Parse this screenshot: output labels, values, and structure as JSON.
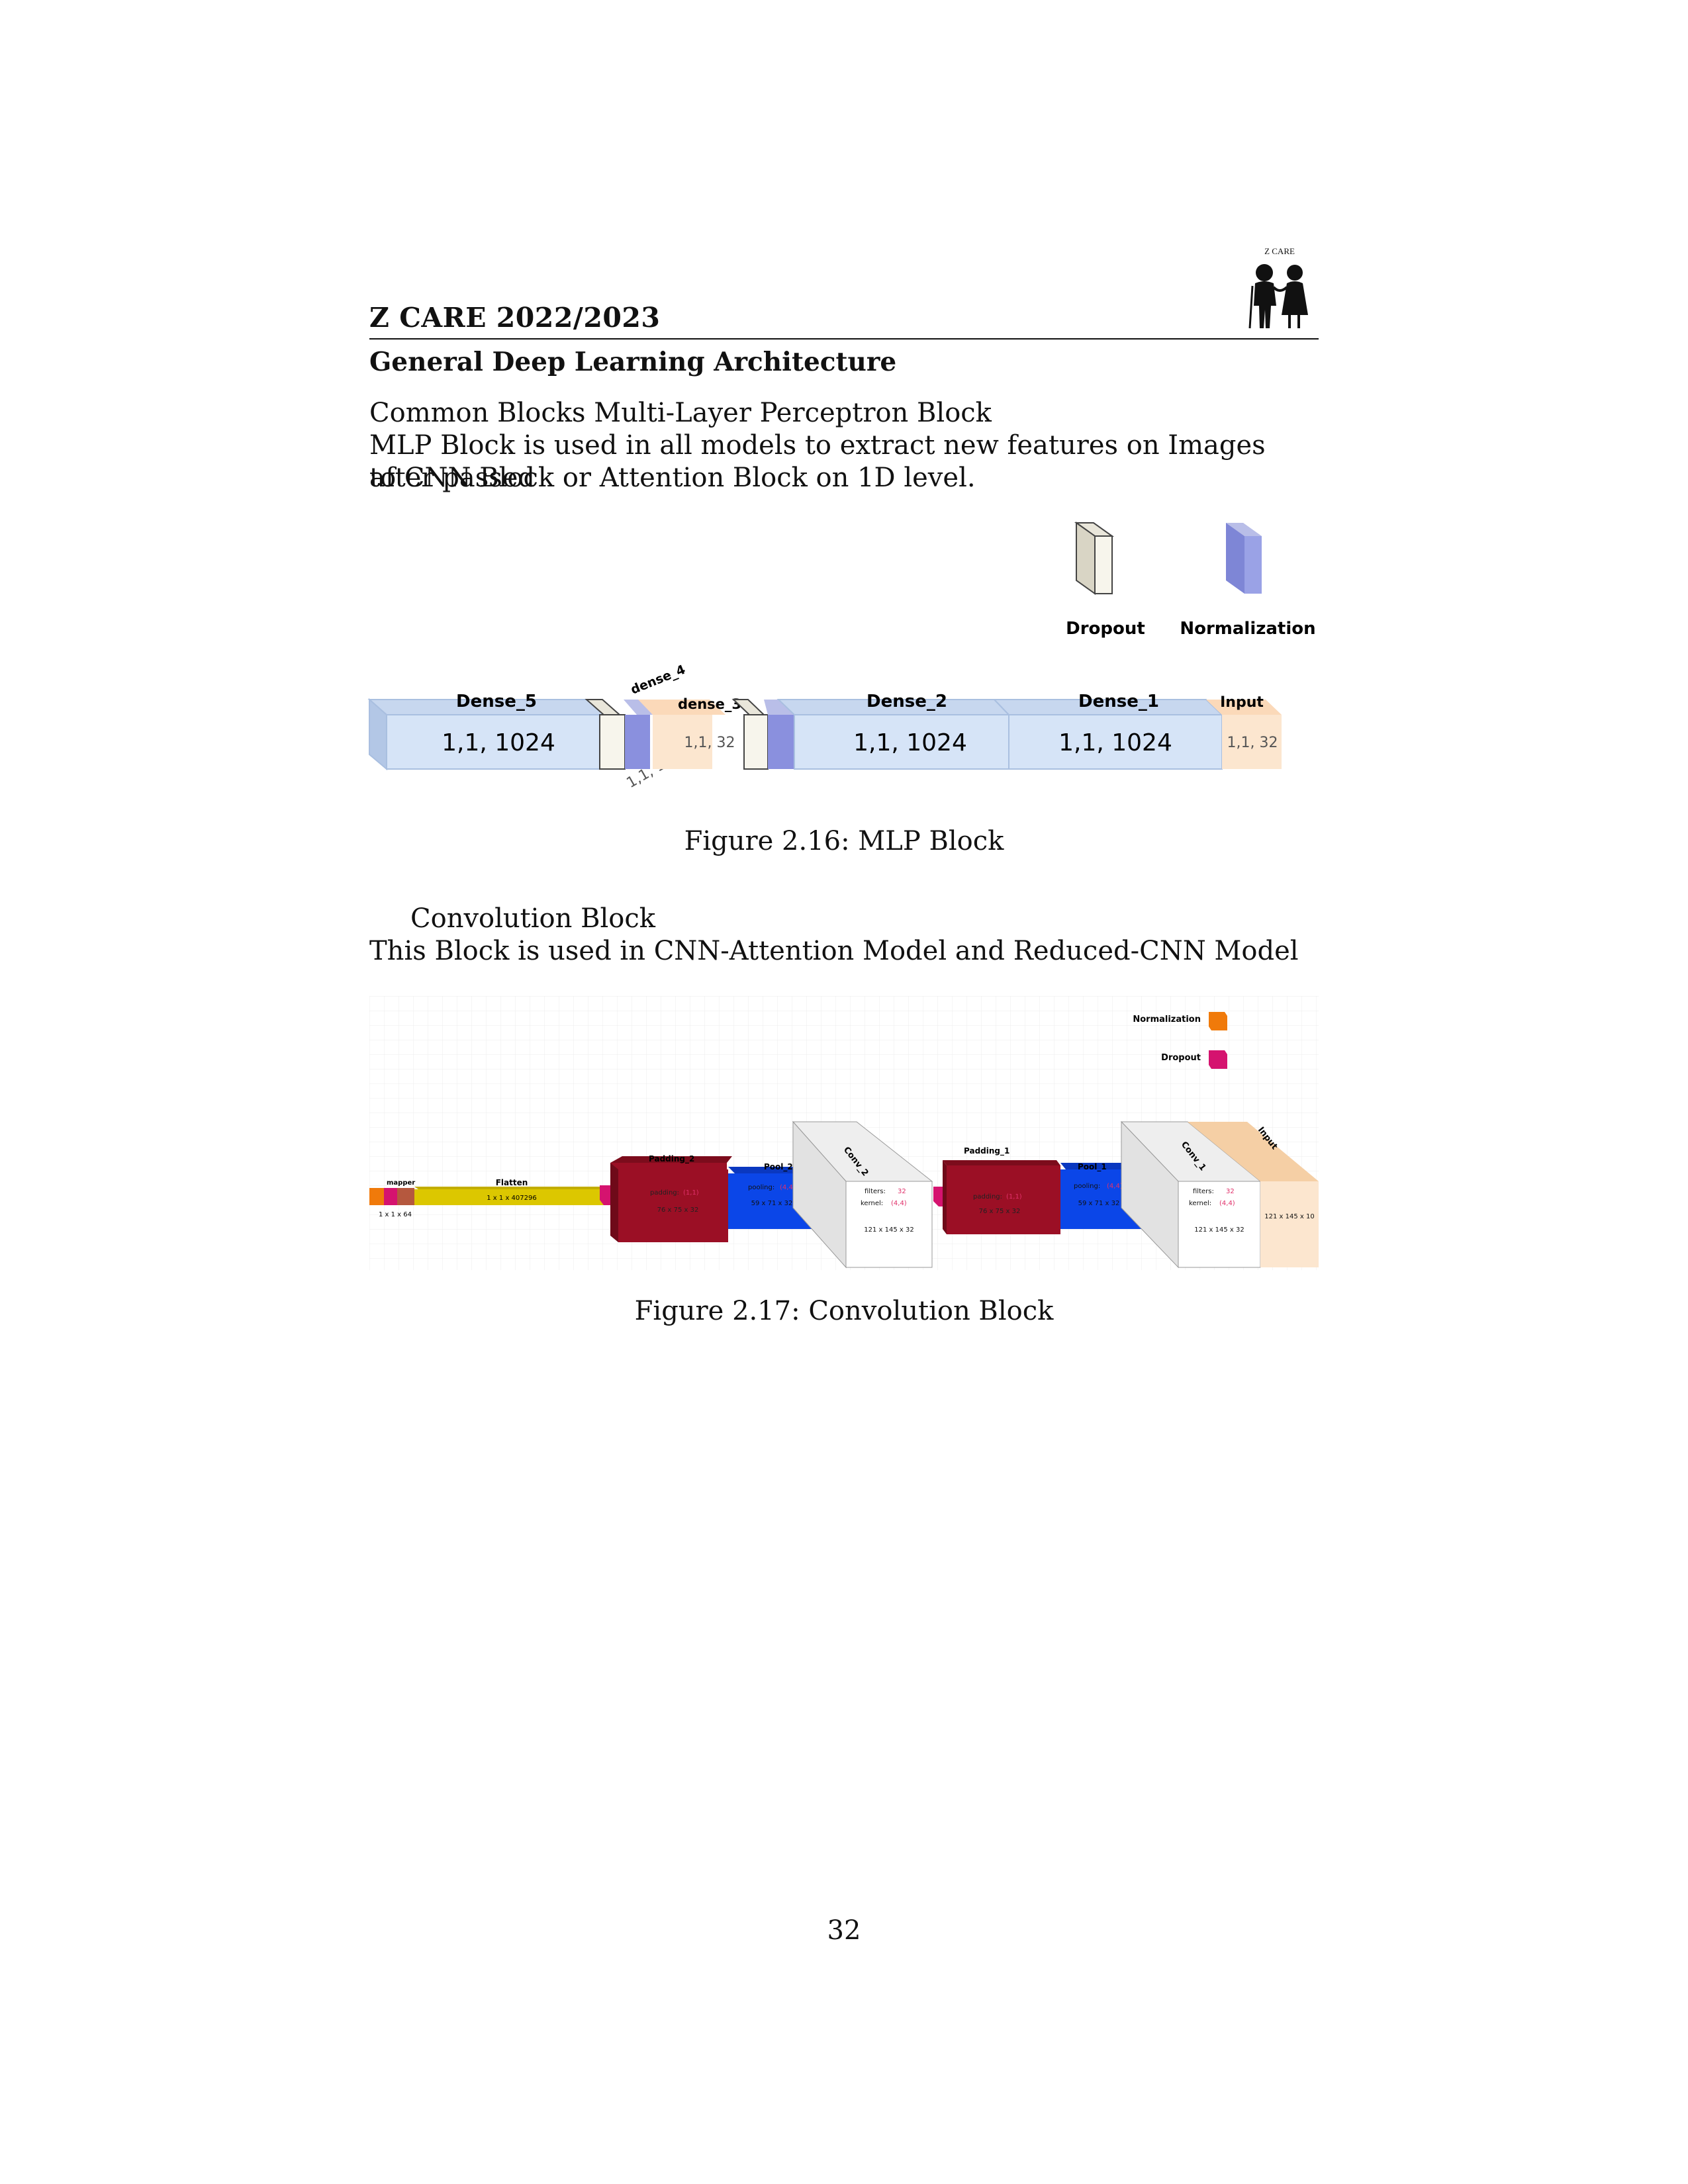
{
  "header": {
    "title": "Z CARE 2022/2023",
    "logo_text": "Z CARE"
  },
  "section": {
    "heading": "General Deep Learning Architecture"
  },
  "mlp": {
    "intro_line1": "Common Blocks Multi-Layer Perceptron Block",
    "intro_line2": "MLP Block is used in all models to extract new features on Images after passed",
    "intro_line3": "to CNN Block or Attention Block on 1D level.",
    "legend": {
      "dropout": "Dropout",
      "normalization": "Normalization"
    },
    "layers": {
      "dense_5": {
        "name": "Dense_5",
        "shape": "1,1, 1024"
      },
      "dense_4": {
        "name": "dense_4",
        "shape": "1,1, 16"
      },
      "dense_3": {
        "name": "dense_3",
        "shape": "1,1, 32"
      },
      "dense_2": {
        "name": "Dense_2",
        "shape": "1,1, 1024"
      },
      "dense_1": {
        "name": "Dense_1",
        "shape": "1,1, 1024"
      },
      "input": {
        "name": "Input",
        "shape": "1,1, 32"
      }
    },
    "caption": "Figure 2.16: MLP Block"
  },
  "conv": {
    "intro_line1": "Convolution Block",
    "intro_line2": "This Block is used in CNN-Attention Model and Reduced-CNN Model",
    "legend": {
      "normalization": "Normalization",
      "dropout": "Dropout"
    },
    "layers": {
      "mapper": {
        "name": "mapper",
        "shape": "1 x 1 x 64"
      },
      "flatten": {
        "name": "Flatten",
        "shape": "1 x 1 x 407296"
      },
      "padding_2": {
        "name": "Padding_2",
        "param_key": "padding:",
        "param_val": "(1,1)",
        "shape": "76 x 75 x 32"
      },
      "pool_2": {
        "name": "Pool_2",
        "param_key": "pooling:",
        "param_val": "(4,4)",
        "shape": "59 x 71 x 32"
      },
      "conv_2": {
        "name": "Conv_2",
        "filters_key": "filters:",
        "filters_val": "32",
        "kernel_key": "kernel:",
        "kernel_val": "(4,4)",
        "shape": "121 x 145 x 32"
      },
      "padding_1": {
        "name": "Padding_1",
        "param_key": "padding:",
        "param_val": "(1,1)",
        "shape": "76 x 75 x 32"
      },
      "pool_1": {
        "name": "Pool_1",
        "param_key": "pooling:",
        "param_val": "(4,4)",
        "shape": "59 x 71 x 32"
      },
      "conv_1": {
        "name": "Conv_1",
        "filters_key": "filters:",
        "filters_val": "32",
        "kernel_key": "kernel:",
        "kernel_val": "(4,4)",
        "shape": "121 x 145 x 32"
      },
      "input": {
        "name": "Input",
        "shape": "121 x 145 x 10"
      }
    },
    "caption": "Figure 2.17: Convolution Block"
  },
  "page_number": "32",
  "colors": {
    "dense_blue": "#d6e4f7",
    "dense_blue_dark": "#a9bfe0",
    "input_peach": "#fce6cf",
    "normalization_purple": "#8a90de",
    "dropout_cream": "#f7f5ec",
    "padding_red": "#9b0f25",
    "pool_blue": "#0b46e8",
    "conv_white": "#ffffff",
    "flatten_yellow": "#dcc700",
    "norm_orange": "#f07a0a",
    "dropout_magenta": "#d5136f"
  }
}
